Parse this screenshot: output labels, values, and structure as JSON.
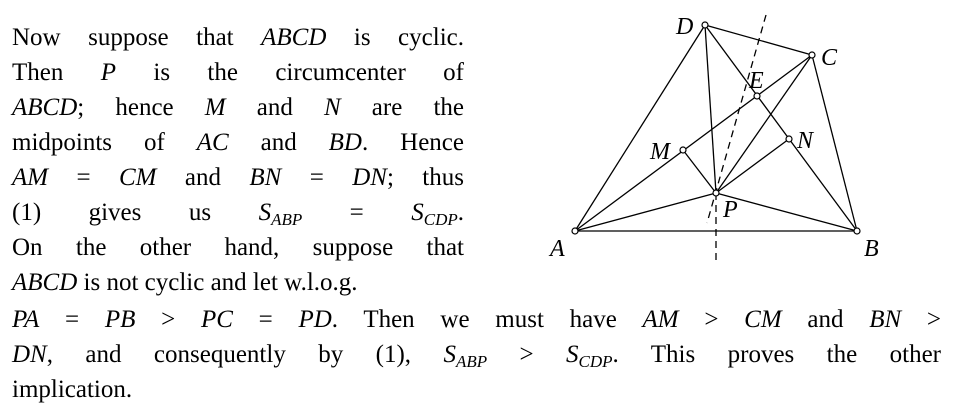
{
  "paragraph_column": [
    [
      {
        "t": "Now suppose that "
      },
      {
        "t": "ABCD",
        "i": 1
      },
      {
        "t": " is cyclic."
      }
    ],
    [
      {
        "t": "Then "
      },
      {
        "t": "P",
        "i": 1
      },
      {
        "t": " is the circumcenter of"
      }
    ],
    [
      {
        "t": "ABCD",
        "i": 1
      },
      {
        "t": "; hence "
      },
      {
        "t": "M",
        "i": 1
      },
      {
        "t": " and "
      },
      {
        "t": "N",
        "i": 1
      },
      {
        "t": " are the"
      }
    ],
    [
      {
        "t": "midpoints of "
      },
      {
        "t": "AC",
        "i": 1
      },
      {
        "t": " and "
      },
      {
        "t": "BD",
        "i": 1
      },
      {
        "t": ". Hence"
      }
    ],
    [
      {
        "t": "AM",
        "i": 1
      },
      {
        "t": " = "
      },
      {
        "t": "CM",
        "i": 1
      },
      {
        "t": " and "
      },
      {
        "t": "BN",
        "i": 1
      },
      {
        "t": " = "
      },
      {
        "t": "DN",
        "i": 1
      },
      {
        "t": "; thus"
      }
    ],
    [
      {
        "t": "(1) gives us "
      },
      {
        "t": "S",
        "i": 1
      },
      {
        "t": "ABP",
        "s": 1
      },
      {
        "t": " = "
      },
      {
        "t": "S",
        "i": 1
      },
      {
        "t": "CDP",
        "s": 1
      },
      {
        "t": "."
      }
    ],
    [
      {
        "t": "On the other hand, suppose that"
      }
    ],
    [
      {
        "t": "ABCD",
        "i": 1
      },
      {
        "t": " is not cyclic and let w.l.o.g."
      }
    ]
  ],
  "paragraph_full": [
    [
      {
        "t": "PA",
        "i": 1
      },
      {
        "t": " = "
      },
      {
        "t": "PB",
        "i": 1
      },
      {
        "t": " > "
      },
      {
        "t": "PC",
        "i": 1
      },
      {
        "t": " = "
      },
      {
        "t": "PD",
        "i": 1
      },
      {
        "t": ". Then we must have "
      },
      {
        "t": "AM",
        "i": 1
      },
      {
        "t": " > "
      },
      {
        "t": "CM",
        "i": 1
      },
      {
        "t": " and "
      },
      {
        "t": "BN",
        "i": 1
      },
      {
        "t": " >"
      }
    ],
    [
      {
        "t": "DN",
        "i": 1
      },
      {
        "t": ", and consequently by (1), "
      },
      {
        "t": "S",
        "i": 1
      },
      {
        "t": "ABP",
        "s": 1
      },
      {
        "t": " > "
      },
      {
        "t": "S",
        "i": 1
      },
      {
        "t": "CDP",
        "s": 1
      },
      {
        "t": ". This proves the other"
      }
    ],
    [
      {
        "t": "implication."
      }
    ]
  ],
  "diagram": {
    "labels": {
      "A": "A",
      "B": "B",
      "C": "C",
      "D": "D",
      "E": "E",
      "M": "M",
      "N": "N",
      "P": "P"
    }
  }
}
